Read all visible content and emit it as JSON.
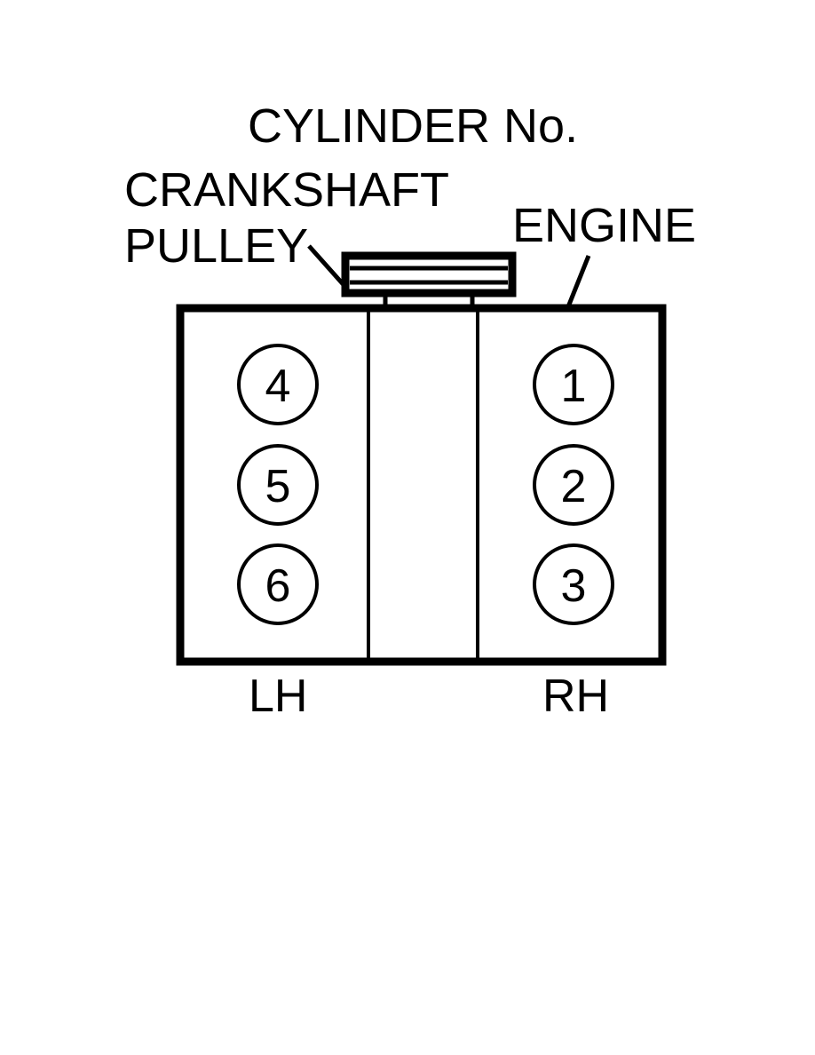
{
  "diagram": {
    "title": "CYLINDER No.",
    "labels": {
      "crankshaft_pulley_line1": "CRANKSHAFT",
      "crankshaft_pulley_line2": "PULLEY",
      "engine": "ENGINE",
      "left_bank": "LH",
      "right_bank": "RH"
    },
    "colors": {
      "stroke": "#000000",
      "background": "#ffffff",
      "fill": "#ffffff"
    },
    "banks": [
      {
        "side": "LH",
        "cylinders": [
          {
            "number": "4"
          },
          {
            "number": "5"
          },
          {
            "number": "6"
          }
        ]
      },
      {
        "side": "RH",
        "cylinders": [
          {
            "number": "1"
          },
          {
            "number": "2"
          },
          {
            "number": "3"
          }
        ]
      }
    ],
    "parts": [
      {
        "name": "crankshaft-pulley"
      },
      {
        "name": "engine-block"
      }
    ]
  }
}
